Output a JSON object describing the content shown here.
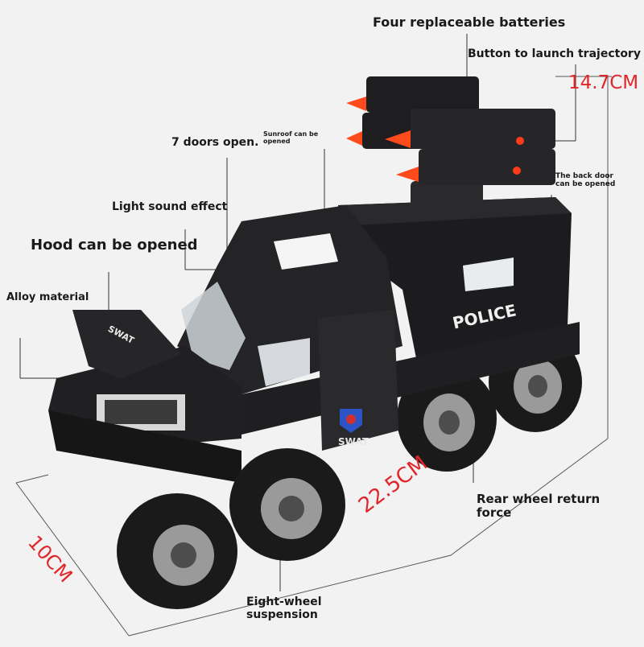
{
  "product": {
    "texts": {
      "batteries": "Four replaceable batteries",
      "button_launch": "Button to launch trajectory",
      "doors": "7 doors open.",
      "sunroof": "Sunroof can be opened",
      "back_door": "The back door can be opened",
      "light_sound": "Light sound effect",
      "hood": "Hood can be opened",
      "alloy": "Alloy material",
      "rear_wheel": "Rear wheel return force",
      "eight_wheel": "Eight-wheel suspension"
    },
    "dimensions": {
      "height": "14.7CM",
      "length": "22.5CM",
      "width": "10CM"
    },
    "vehicle_markings": {
      "side": "POLICE",
      "door_badge": "SWAT",
      "hood": "SWAT"
    }
  },
  "colors": {
    "background": "#f2f2f2",
    "body": "#1c1c1e",
    "accent_red": "#e0262a",
    "missile_tip": "#ff4a1c"
  }
}
